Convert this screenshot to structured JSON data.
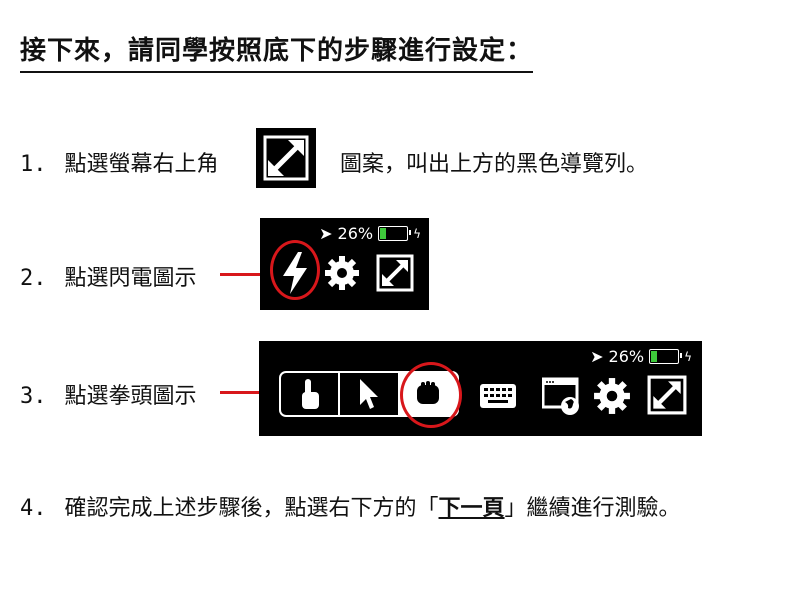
{
  "title": "接下來，請同學按照底下的步驟進行設定：",
  "steps": [
    {
      "number": "1.",
      "text_before": "點選螢幕右上角",
      "text_after": "圖案，叫出上方的黑色導覽列。"
    },
    {
      "number": "2.",
      "text": "點選閃電圖示"
    },
    {
      "number": "3.",
      "text": "點選拳頭圖示"
    },
    {
      "number": "4.",
      "text_before": "確認完成上述步驟後，點選右下方的「",
      "link": "下一頁",
      "text_after": "」繼續進行測驗。"
    }
  ],
  "status_bar": {
    "battery_percent": "26%",
    "battery_level": 0.26
  },
  "colors": {
    "highlight": "#d8171b",
    "panel": "#000000",
    "battery": "#3ec93b"
  }
}
